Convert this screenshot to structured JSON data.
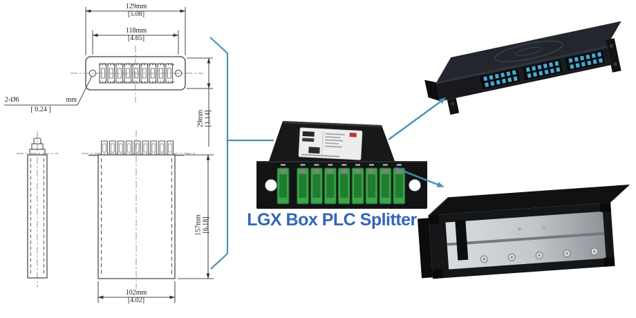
{
  "title": {
    "text": "LGX Box PLC Splitter",
    "color": "#3565b8"
  },
  "drawing": {
    "adapter_count": 9,
    "faceplate_view": {
      "dim_outer_width": {
        "metric": "129mm",
        "imperial": "[5.08]"
      },
      "dim_inner_width": {
        "metric": "118mm",
        "imperial": "[4.65]"
      },
      "dim_height": {
        "metric": "29mm",
        "imperial": "[1.14]"
      },
      "hole_callout": {
        "prefix": "2-Ø6",
        "unit": "mm",
        "imperial": "[ 0.24 ]"
      }
    },
    "body_view": {
      "dim_height": {
        "metric": "157mm",
        "imperial": "[6.18]"
      },
      "dim_width": {
        "metric": "102mm",
        "imperial": "[4.02]"
      }
    }
  },
  "splitter": {
    "input_ports": 1,
    "output_ports": 8,
    "adapter_color": "#3fa24a",
    "adapter_inner_color": "#1f7d2f",
    "dust_cap_dot_color": "#c05ab0"
  },
  "rack_unit": {
    "module_count": 3,
    "lc_per_module": 12,
    "adapter_color": "#46aad9"
  },
  "chassis": {
    "thumbscrew_count": 5,
    "upper_hole_count": 3
  },
  "accent_line_color": "#4792b4"
}
